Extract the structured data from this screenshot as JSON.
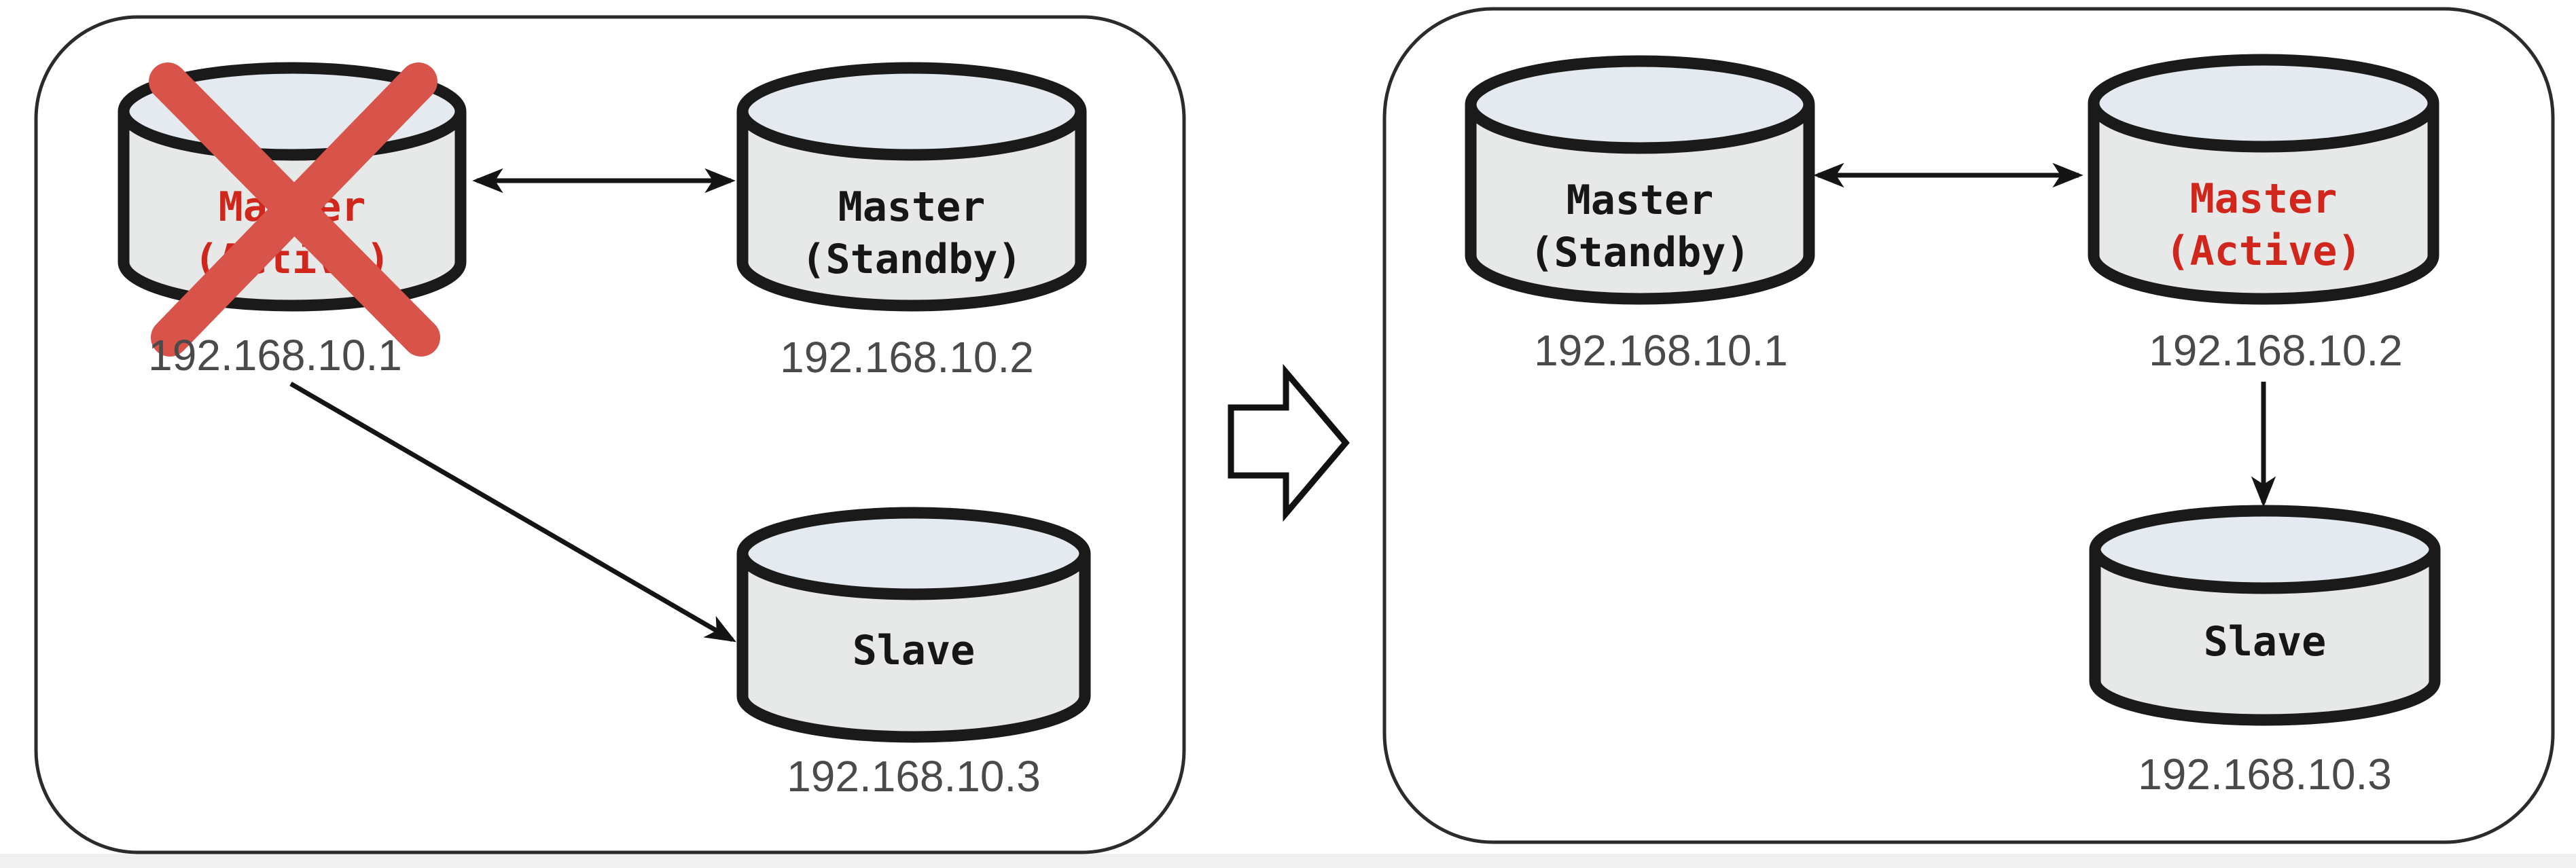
{
  "colors": {
    "active_label_red": "#d0261b",
    "cross_red": "#d85349",
    "cylinder_body": "#e7e8e8",
    "cylinder_top": "#e4eaef",
    "outline_black": "#1a1a1a",
    "ip_gray": "#4a4a4a"
  },
  "before": {
    "failed_master": {
      "line1": "Master",
      "line2": "(Active)",
      "ip": "192.168.10.1"
    },
    "standby_master": {
      "line1": "Master",
      "line2": "(Standby)",
      "ip": "192.168.10.2"
    },
    "slave": {
      "label": "Slave",
      "ip": "192.168.10.3"
    }
  },
  "after": {
    "standby_master": {
      "line1": "Master",
      "line2": "(Standby)",
      "ip": "192.168.10.1"
    },
    "active_master": {
      "line1": "Master",
      "line2": "(Active)",
      "ip": "192.168.10.2"
    },
    "slave": {
      "label": "Slave",
      "ip": "192.168.10.3"
    }
  }
}
